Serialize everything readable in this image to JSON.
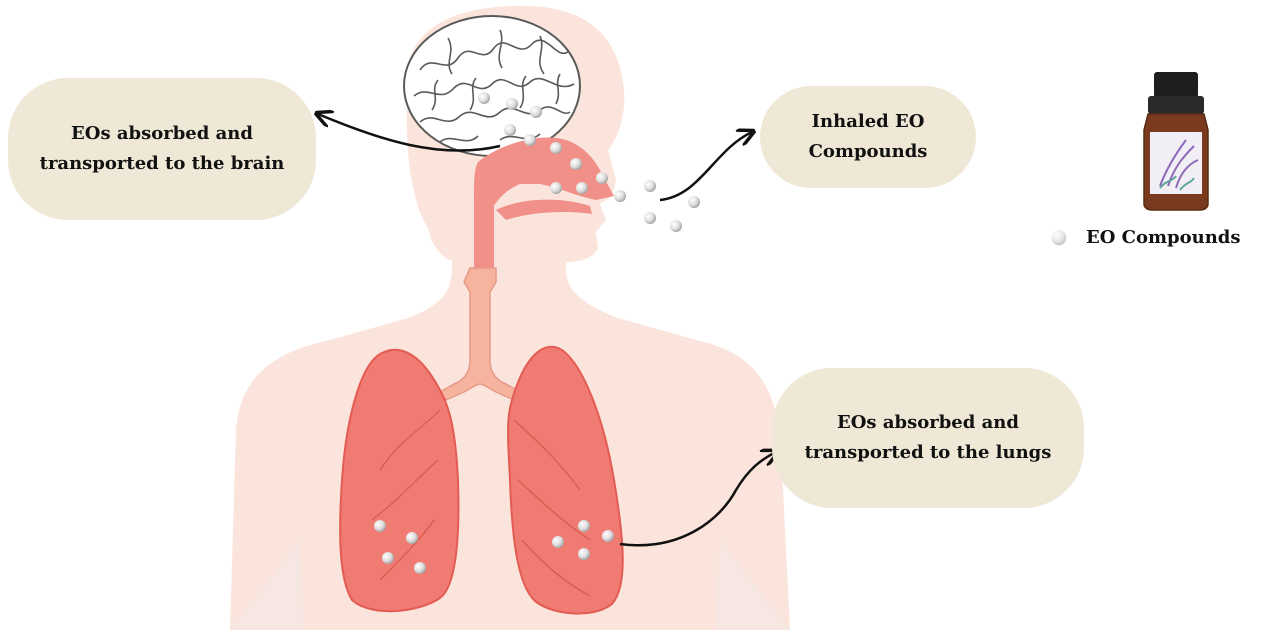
{
  "labels": {
    "brain": [
      "EOs absorbed and",
      "transported to the brain"
    ],
    "inhaled": [
      "Inhaled EO",
      "Compounds"
    ],
    "lungs": [
      "EOs absorbed and",
      "transported to the lungs"
    ]
  },
  "legend": {
    "label": "EO Compounds",
    "icon": "eo-compound-particle-icon"
  },
  "colors": {
    "body_skin": "#fbe4dc",
    "airway": "#f19088",
    "lung_fill": "#ef7b72",
    "bubble": "#efe8d6",
    "arrow": "#111111",
    "bottle": "#7a3a1e"
  }
}
